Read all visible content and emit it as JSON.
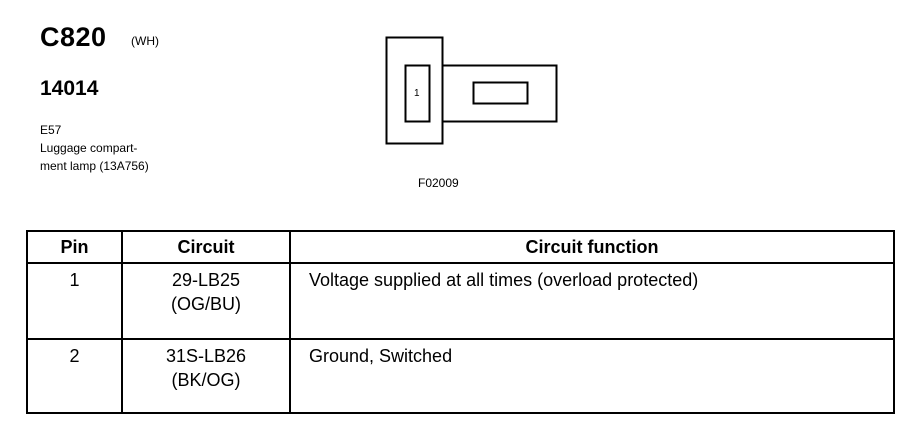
{
  "header": {
    "connector_id": "C820",
    "connector_color": "(WH)",
    "part_number": "14014",
    "description": [
      "E57",
      "Luggage compart-",
      "ment lamp (13A756)"
    ],
    "figure_id": "F02009"
  },
  "diagram": {
    "cavity_label": "1"
  },
  "table": {
    "headers": [
      "Pin",
      "Circuit",
      "Circuit function"
    ],
    "rows": [
      {
        "pin": "1",
        "circuit_lines": [
          "29-LB25",
          "(OG/BU)"
        ],
        "function": "Voltage supplied at all times (overload protected)"
      },
      {
        "pin": "2",
        "circuit_lines": [
          "31S-LB26",
          "(BK/OG)"
        ],
        "function": "Ground, Switched"
      }
    ]
  }
}
